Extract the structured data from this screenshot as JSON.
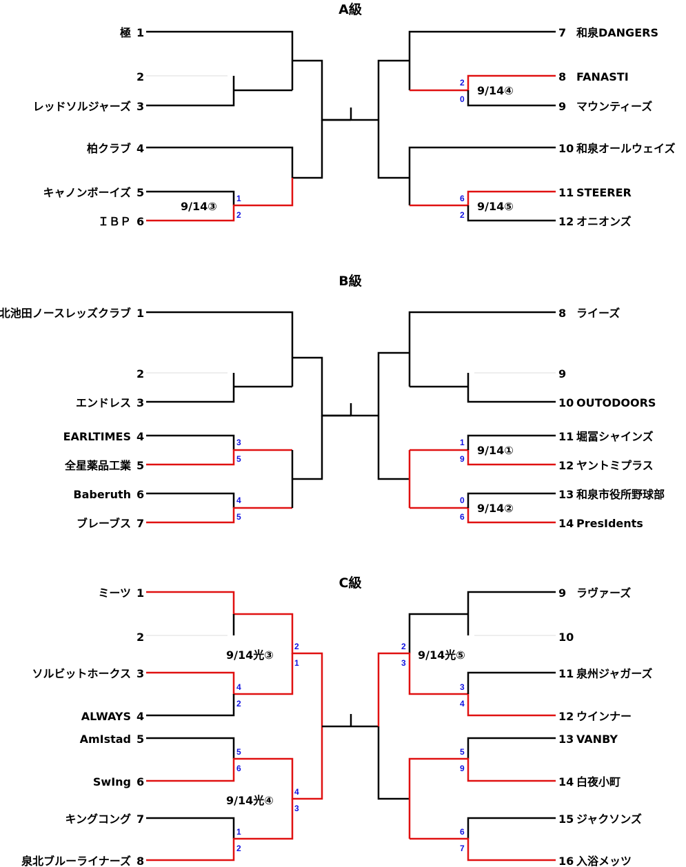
{
  "brackets": {
    "a": {
      "title": "A級",
      "left_teams": [
        {
          "seed": "1",
          "name": "極"
        },
        {
          "seed": "2",
          "name": ""
        },
        {
          "seed": "3",
          "name": "レッドソルジャーズ"
        },
        {
          "seed": "4",
          "name": "柏クラブ"
        },
        {
          "seed": "5",
          "name": "キャノンボーイズ"
        },
        {
          "seed": "6",
          "name": "ＩＢＰ"
        }
      ],
      "right_teams": [
        {
          "seed": "7",
          "name": "和泉DANGERS"
        },
        {
          "seed": "8",
          "name": "FANASTI"
        },
        {
          "seed": "9",
          "name": "マウンティーズ"
        },
        {
          "seed": "10",
          "name": "和泉オールウェイズ"
        },
        {
          "seed": "11",
          "name": "STEERER"
        },
        {
          "seed": "12",
          "name": "オニオンズ"
        }
      ],
      "matches": [
        {
          "label": "9/14③",
          "score_top": "1",
          "score_bottom": "2"
        },
        {
          "label": "9/14④",
          "score_top": "2",
          "score_bottom": "0"
        },
        {
          "label": "9/14⑤",
          "score_top": "6",
          "score_bottom": "2"
        }
      ]
    },
    "b": {
      "title": "B級",
      "left_teams": [
        {
          "seed": "1",
          "name": "北池田ノースレッズクラブ"
        },
        {
          "seed": "2",
          "name": ""
        },
        {
          "seed": "3",
          "name": "エンドレス"
        },
        {
          "seed": "4",
          "name": "EARLTIMES"
        },
        {
          "seed": "5",
          "name": "全星薬品工業"
        },
        {
          "seed": "6",
          "name": "Baberuth"
        },
        {
          "seed": "7",
          "name": "ブレーブス"
        }
      ],
      "right_teams": [
        {
          "seed": "8",
          "name": "ライーズ"
        },
        {
          "seed": "9",
          "name": ""
        },
        {
          "seed": "10",
          "name": "OUTODOORS"
        },
        {
          "seed": "11",
          "name": "堀冨シャインズ"
        },
        {
          "seed": "12",
          "name": "ヤントミプラス"
        },
        {
          "seed": "13",
          "name": "和泉市役所野球部"
        },
        {
          "seed": "14",
          "name": "PresIdents"
        }
      ],
      "matches": [
        {
          "label": "9/14①",
          "score_top": "1",
          "score_bottom": "9"
        },
        {
          "label": "9/14②",
          "score_top": "0",
          "score_bottom": "6"
        }
      ],
      "scores_left": [
        {
          "top": "3",
          "bottom": "5"
        },
        {
          "top": "4",
          "bottom": "5"
        }
      ]
    },
    "c": {
      "title": "C級",
      "left_teams": [
        {
          "seed": "1",
          "name": "ミーツ"
        },
        {
          "seed": "2",
          "name": ""
        },
        {
          "seed": "3",
          "name": "ソルビットホークス"
        },
        {
          "seed": "4",
          "name": "ALWAYS"
        },
        {
          "seed": "5",
          "name": "AmIstad"
        },
        {
          "seed": "6",
          "name": "SwIng"
        },
        {
          "seed": "7",
          "name": "キングコング"
        },
        {
          "seed": "8",
          "name": "泉北ブルーライナーズ"
        }
      ],
      "right_teams": [
        {
          "seed": "9",
          "name": "ラヴァーズ"
        },
        {
          "seed": "10",
          "name": ""
        },
        {
          "seed": "11",
          "name": "泉州ジャガーズ"
        },
        {
          "seed": "12",
          "name": "ウインナー"
        },
        {
          "seed": "13",
          "name": "VANBY"
        },
        {
          "seed": "14",
          "name": "白夜小町"
        },
        {
          "seed": "15",
          "name": "ジャクソンズ"
        },
        {
          "seed": "16",
          "name": "入浴メッツ"
        }
      ],
      "labels": [
        "9/14光③",
        "9/14光④",
        "9/14光⑤"
      ],
      "scores": [
        {
          "top": "2",
          "bottom": "1"
        },
        {
          "top": "4",
          "bottom": "2"
        },
        {
          "top": "5",
          "bottom": "6"
        },
        {
          "top": "4",
          "bottom": "3"
        },
        {
          "top": "1",
          "bottom": "2"
        },
        {
          "top": "2",
          "bottom": "3"
        },
        {
          "top": "3",
          "bottom": "4"
        },
        {
          "top": "5",
          "bottom": "9"
        },
        {
          "top": "6",
          "bottom": "7"
        }
      ]
    }
  }
}
